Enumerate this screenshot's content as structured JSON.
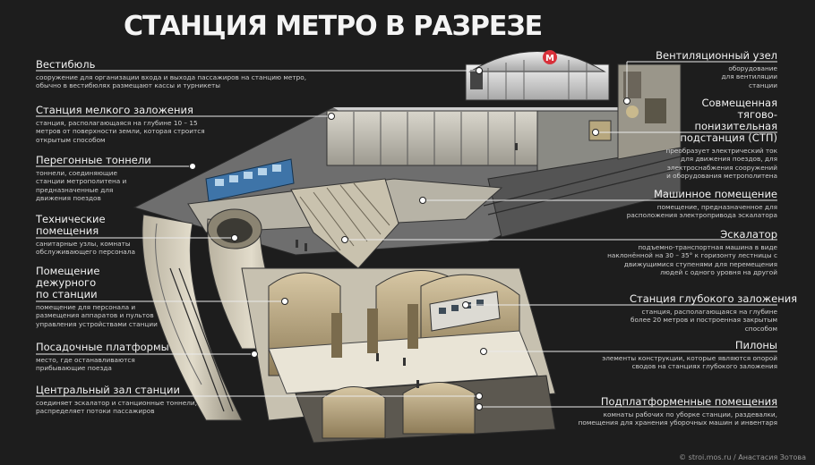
{
  "title": "СТАНЦИЯ МЕТРО В РАЗРЕЗЕ",
  "credit": "© stroi.mos.ru / Анастасия Зотова",
  "metro_logo": "М",
  "train_label": "",
  "labels": {
    "vestibule": {
      "title": "Вестибюль",
      "desc": "сооружение для организации входа и выхода пассажиров на станцию метро, обычно в вестибюлях размещают кассы и турникеты"
    },
    "shallow": {
      "title": "Станция мелкого заложения",
      "desc": "станция, располагающаяся на глубине 10 – 15 метров от поверхности земли, которая строится открытым способом"
    },
    "tunnels": {
      "title": "Перегонные тоннели",
      "desc": "тоннели, соединяющие станции метрополитена и предназначенные для движения поездов"
    },
    "technical": {
      "title": "Технические помещения",
      "desc": "санитарные узлы, комнаты обслуживающего персонала"
    },
    "duty": {
      "title": "Помещение дежурного по станции",
      "desc": "помещение для персонала и размещения аппаратов и пультов управления устройствами станции"
    },
    "platforms": {
      "title": "Посадочные платформы",
      "desc": "место, где останавливаются прибывающие поезда"
    },
    "central": {
      "title": "Центральный зал станции",
      "desc": "соединяет эскалатор и станционные тоннели, распределяет потоки пассажиров"
    },
    "ventilation": {
      "title": "Вентиляционный узел",
      "desc": "оборудование для вентиляции станции"
    },
    "substation": {
      "title": "Совмещенная тягово-понизительная подстанция (СТП)",
      "desc": "преобразует электрический ток для движения поездов, для электроснабжения сооружений и оборудования метрополитена"
    },
    "machine": {
      "title": "Машинное помещение",
      "desc": "помещение, предназначенное для расположения электропривода эскалатора"
    },
    "escalator": {
      "title": "Эскалатор",
      "desc": "подъемно-транспортная машина в виде наклонённой на 30 – 35° к горизонту лестницы с движущимися ступенями для перемещения людей с одного уровня на другой"
    },
    "deep": {
      "title": "Станция глубокого заложения",
      "desc": "станция, располагающаяся на глубине более 20 метров и построенная закрытым способом"
    },
    "pylons": {
      "title": "Пилоны",
      "desc": "элементы конструкции, которые являются опорой сводов на станциях глубокого заложения"
    },
    "underplatform": {
      "title": "Подплатформенные помещения",
      "desc": "комнаты рабочих по уборке станции, раздевалки, помещения для хранения уборочных машин и инвентаря"
    }
  }
}
